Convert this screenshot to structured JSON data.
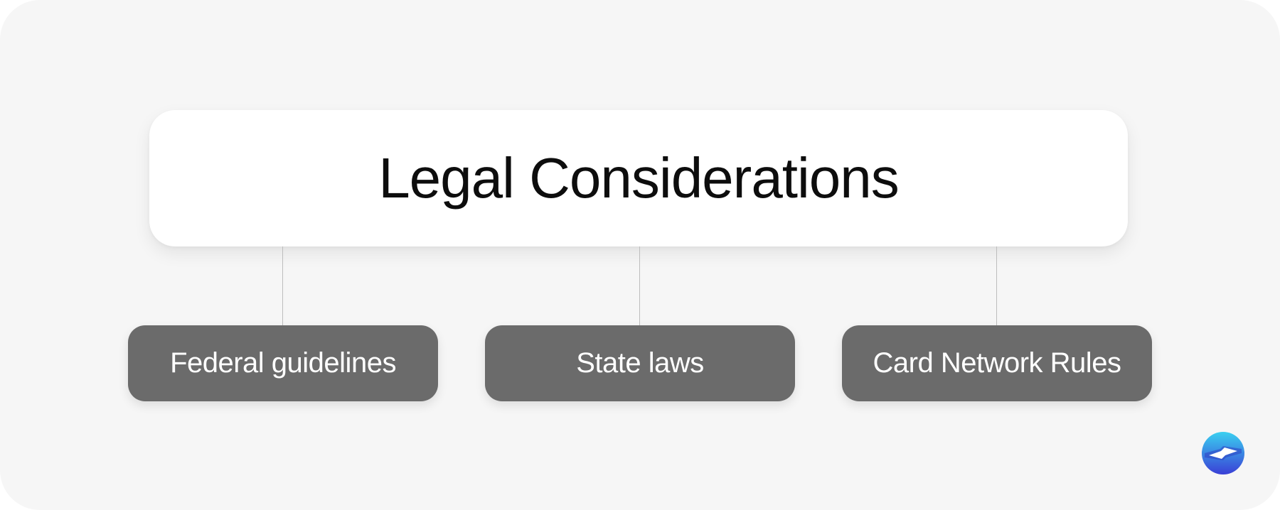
{
  "diagram": {
    "root": {
      "label": "Legal Considerations"
    },
    "children": [
      {
        "label": "Federal guidelines"
      },
      {
        "label": "State laws"
      },
      {
        "label": "Card Network Rules"
      }
    ]
  },
  "colors": {
    "background": "#f6f6f6",
    "root_fill": "#ffffff",
    "child_fill": "#6b6b6b",
    "connector": "#bdbdbd",
    "logo_gradient_top": "#3ad0f0",
    "logo_gradient_bottom": "#3a3fd6"
  },
  "logo": {
    "icon": "lightning-bolt-logo-icon"
  }
}
